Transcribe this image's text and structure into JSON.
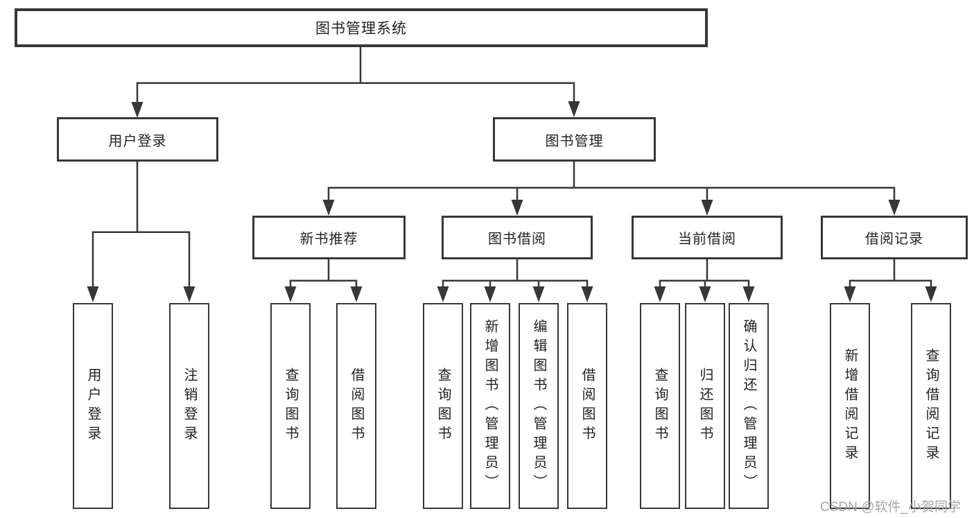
{
  "diagram": {
    "title": "图书管理系统",
    "type": "hierarchy-tree"
  },
  "tree": {
    "root": {
      "label": "图书管理系统"
    },
    "children": [
      {
        "label": "用户登录",
        "children": [
          {
            "label": "用户登录"
          },
          {
            "label": "注销登录"
          }
        ]
      },
      {
        "label": "图书管理",
        "children": [
          {
            "label": "新书推荐",
            "children": [
              {
                "label": "查询图书"
              },
              {
                "label": "借阅图书"
              }
            ]
          },
          {
            "label": "图书借阅",
            "children": [
              {
                "label": "查询图书"
              },
              {
                "label": "新增图书（管理员）"
              },
              {
                "label": "编辑图书（管理员）"
              },
              {
                "label": "借阅图书"
              }
            ]
          },
          {
            "label": "当前借阅",
            "children": [
              {
                "label": "查询图书"
              },
              {
                "label": "归还图书"
              },
              {
                "label": "确认归还（管理员）"
              }
            ]
          },
          {
            "label": "借阅记录",
            "children": [
              {
                "label": "新增借阅记录"
              },
              {
                "label": "查询借阅记录"
              }
            ]
          }
        ]
      }
    ]
  },
  "watermark": {
    "text": "CSDN @软件_小贺同学"
  },
  "colors": {
    "line": "#373737",
    "box_border": "#373737",
    "box_fill": "#ffffff",
    "text": "#222222",
    "watermark": "#a5a5a5",
    "background": "#ffffff"
  }
}
